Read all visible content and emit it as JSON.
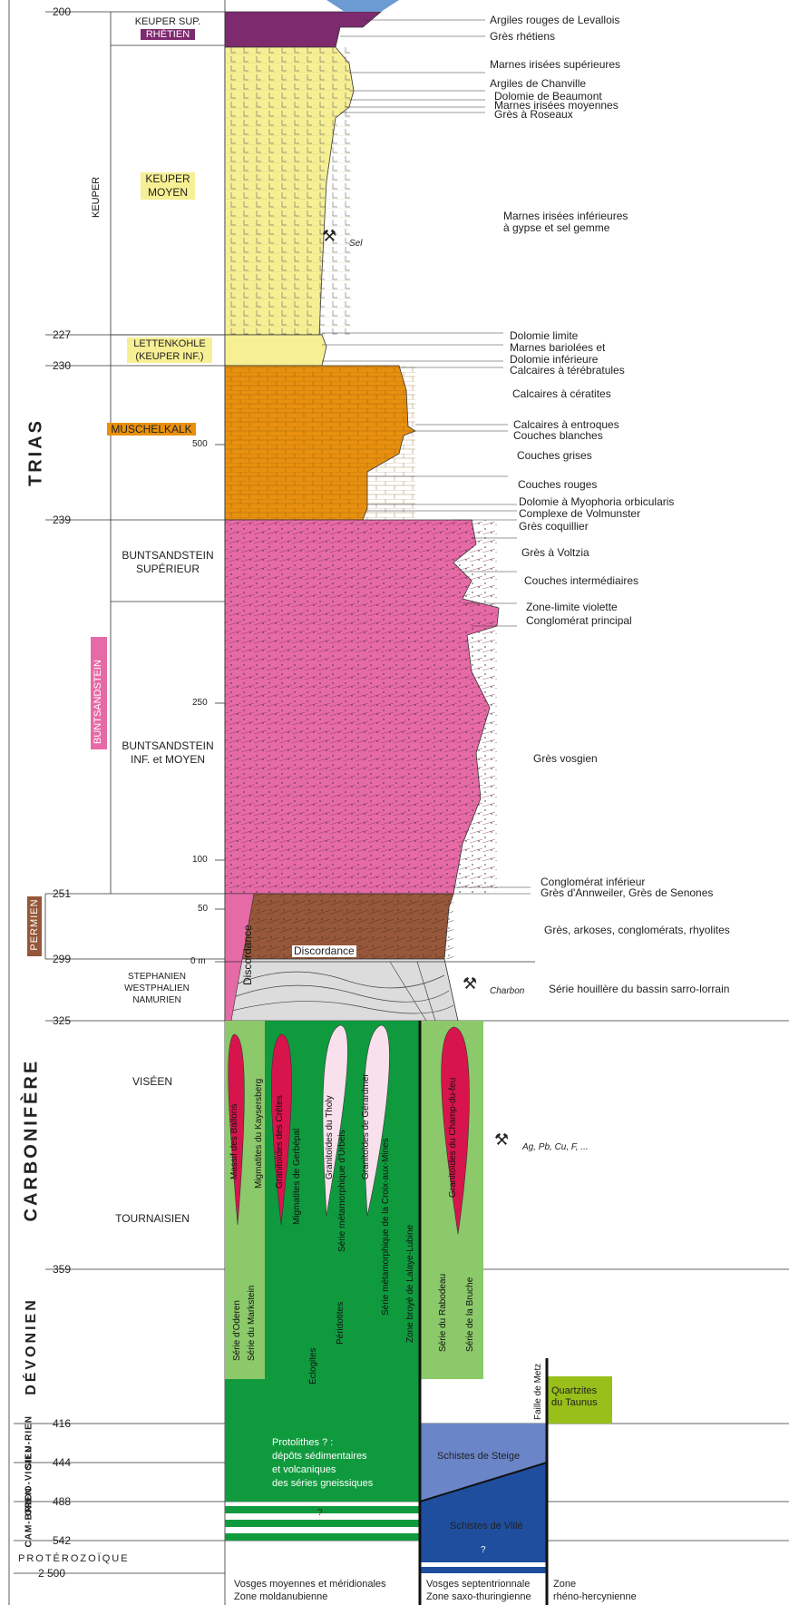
{
  "ages": {
    "a200": "200",
    "a227": "227",
    "a230": "230",
    "a239": "239",
    "a251": "251",
    "a299": "299",
    "a325": "325",
    "a359": "359",
    "a416": "416",
    "a444": "444",
    "a488": "488",
    "a542": "542",
    "a2500": "2 500"
  },
  "thickness": {
    "t500": "500",
    "t250": "250",
    "t100": "100",
    "t50": "50",
    "t0": "0 m"
  },
  "periods": {
    "trias": "TRIAS",
    "permien": "PERMIEN",
    "carbonifere": "CARBONIFÈRE",
    "devonien": "DÉVONIEN",
    "silurien": "SILU-RIEN",
    "ordovicien": "ORDO-VICIEN",
    "cambrien": "CAM-BRIEN",
    "proterozoique": "PROTÉROZOÏQUE"
  },
  "stages": {
    "keuper_sup": "KEUPER SUP.",
    "rhetien": "RHÉTIEN",
    "keuper": "KEUPER",
    "keuper_moyen": "KEUPER\nMOYEN",
    "lettenkohle": "LETTENKOHLE\n(KEUPER INF.)",
    "muschelkalk": "MUSCHELKALK",
    "buntsandstein": "BUNTSANDSTEIN",
    "bunt_sup": "BUNTSANDSTEIN\nSUPÉRIEUR",
    "bunt_inf": "BUNTSANDSTEIN\nINF. et MOYEN",
    "stephanien": "STEPHANIEN\nWESTPHALIEN\nNAMURIEN",
    "viseen": "VISÉEN",
    "tournaisien": "TOURNAISIEN"
  },
  "units": [
    "Argiles rouges de Levallois",
    "Grès rhétiens",
    "Marnes irisées supérieures",
    "Argiles de Chanville",
    "Dolomie de Beaumont",
    "Marnes irisées moyennes",
    "Grès à Roseaux",
    "Marnes irisées inférieures\nà gypse et sel gemme",
    "Dolomie limite",
    "Marnes bariolées et",
    "Dolomie inférieure",
    "Calcaires à térébratules",
    "Calcaires à cératites",
    "Calcaires à entroques",
    "Couches blanches",
    "Couches grises",
    "Couches rouges",
    "Dolomie à Myophoria orbicularis",
    "Complexe de Volmunster",
    "Grès coquillier",
    "Grès à Voltzia",
    "Couches intermédiaires",
    "Zone-limite violette",
    "Conglomérat principal",
    "Grès vosgien",
    "Conglomérat inférieur",
    "Grès d'Annweiler, Grès de Senones",
    "Grès, arkoses, conglomérats, rhyolites",
    "Série houillère du bassin sarro-lorrain"
  ],
  "resources": {
    "sel": "Sel",
    "charbon": "Charbon",
    "metaux": "Ag, Pb, Cu, F, ..."
  },
  "discordance": "Discordance",
  "basement": {
    "massif_ballons": "Massif des Ballons",
    "migm_kaysersberg": "Migmatites du Kaysersberg",
    "gran_cretes": "Granitoïdes des Crêtes",
    "migm_gerbepal": "Migmatites de Gerbépal",
    "gran_tholy": "Granitoïdes du Tholy",
    "serie_urbeis": "Série métamorphique d'Urbeis",
    "gran_gerardmer": "Granitoïdes de Gérardmer",
    "serie_croix": "Série métamorphique de la Croix-aux-Mines",
    "zone_lalaye": "Zone broyé de Lalaye-Lubine",
    "gran_champ": "Granitoïdes du Champ-du-feu",
    "serie_oderen": "Série d'Oderen",
    "serie_markstein": "Série du Markstein",
    "eclogites": "Éclogites",
    "peridotites": "Péridotites",
    "serie_rabodeau": "Série du Rabodeau",
    "serie_bruche": "Série de la Bruche",
    "faille_metz": "Faille de Metz",
    "quartzites": "Quartzites\ndu Taunus",
    "protolithes": "Protolithes ? :\ndépôts sédimentaires\net volcaniques\ndes séries gneissiques",
    "schistes_steige": "Schistes de Steige",
    "schistes_ville": "Schistes de Villé",
    "q1": "?",
    "q2": "?"
  },
  "zones": {
    "z1": "Vosges moyennes et méridionales\nZone moldanubienne",
    "z2": "Vosges septentrionnale\nZone saxo-thuringienne",
    "z3": "Zone\nrhéno-hercynienne"
  },
  "colors": {
    "rhetien": "#7d2a6e",
    "keuper": "#f6ef94",
    "muschelkalk": "#e8900f",
    "bunt": "#e66aa6",
    "permien": "#96573a",
    "carbon": "#dcdcdc",
    "green": "#109a3e",
    "lightgreen": "#8cc96a",
    "crimson": "#d8144c",
    "pink_white": "#f8e0ec",
    "blue": "#1f4e9e",
    "lightblue": "#6a85c8",
    "lime": "#98bf1a"
  }
}
